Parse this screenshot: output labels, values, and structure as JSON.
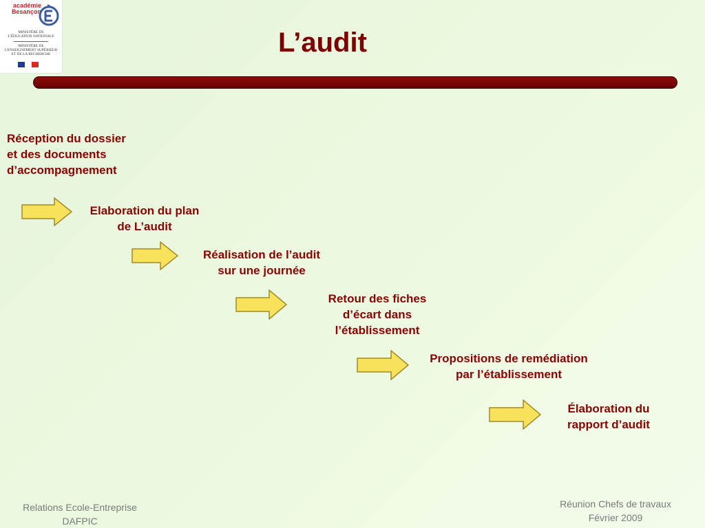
{
  "logo": {
    "academie_line1": "académie",
    "academie_line2": "Besançon",
    "ministry1_line1": "Ministère de",
    "ministry1_line2": "l'Éducation nationale",
    "ministry2_line1": "Ministère de",
    "ministry2_line2": "l'Enseignement supérieur",
    "ministry2_line3": "et de la Recherche"
  },
  "slide": {
    "title": "L’audit",
    "steps": [
      {
        "lines": [
          "Réception du dossier",
          "et des documents",
          "d’accompagnement"
        ]
      },
      {
        "lines": [
          "Elaboration du plan",
          "de  L’audit"
        ]
      },
      {
        "lines": [
          "Réalisation de l’audit",
          "sur une journée"
        ]
      },
      {
        "lines": [
          "Retour des fiches",
          "d’écart dans",
          "l’établissement"
        ]
      },
      {
        "lines": [
          "Propositions de remédiation",
          "par l’établissement"
        ]
      },
      {
        "lines": [
          "Élaboration du",
          "rapport d’audit"
        ]
      }
    ]
  },
  "footer": {
    "left_line1": "Relations Ecole-Entreprise",
    "left_line2": "DAFPIC",
    "right_line1": "Réunion Chefs de travaux",
    "right_line2": "Février 2009"
  },
  "colors": {
    "title": "#7b0000",
    "bar": "#7a0000",
    "step_text": "#8b0000",
    "arrow_fill": "#f9e25b",
    "arrow_stroke": "#9c8b2a",
    "footer_text": "#7a7a7a"
  },
  "icons": {
    "arrow": "right-arrow-icon",
    "logo_mark": "e-emblem-icon",
    "flag": "french-flag-icon"
  }
}
